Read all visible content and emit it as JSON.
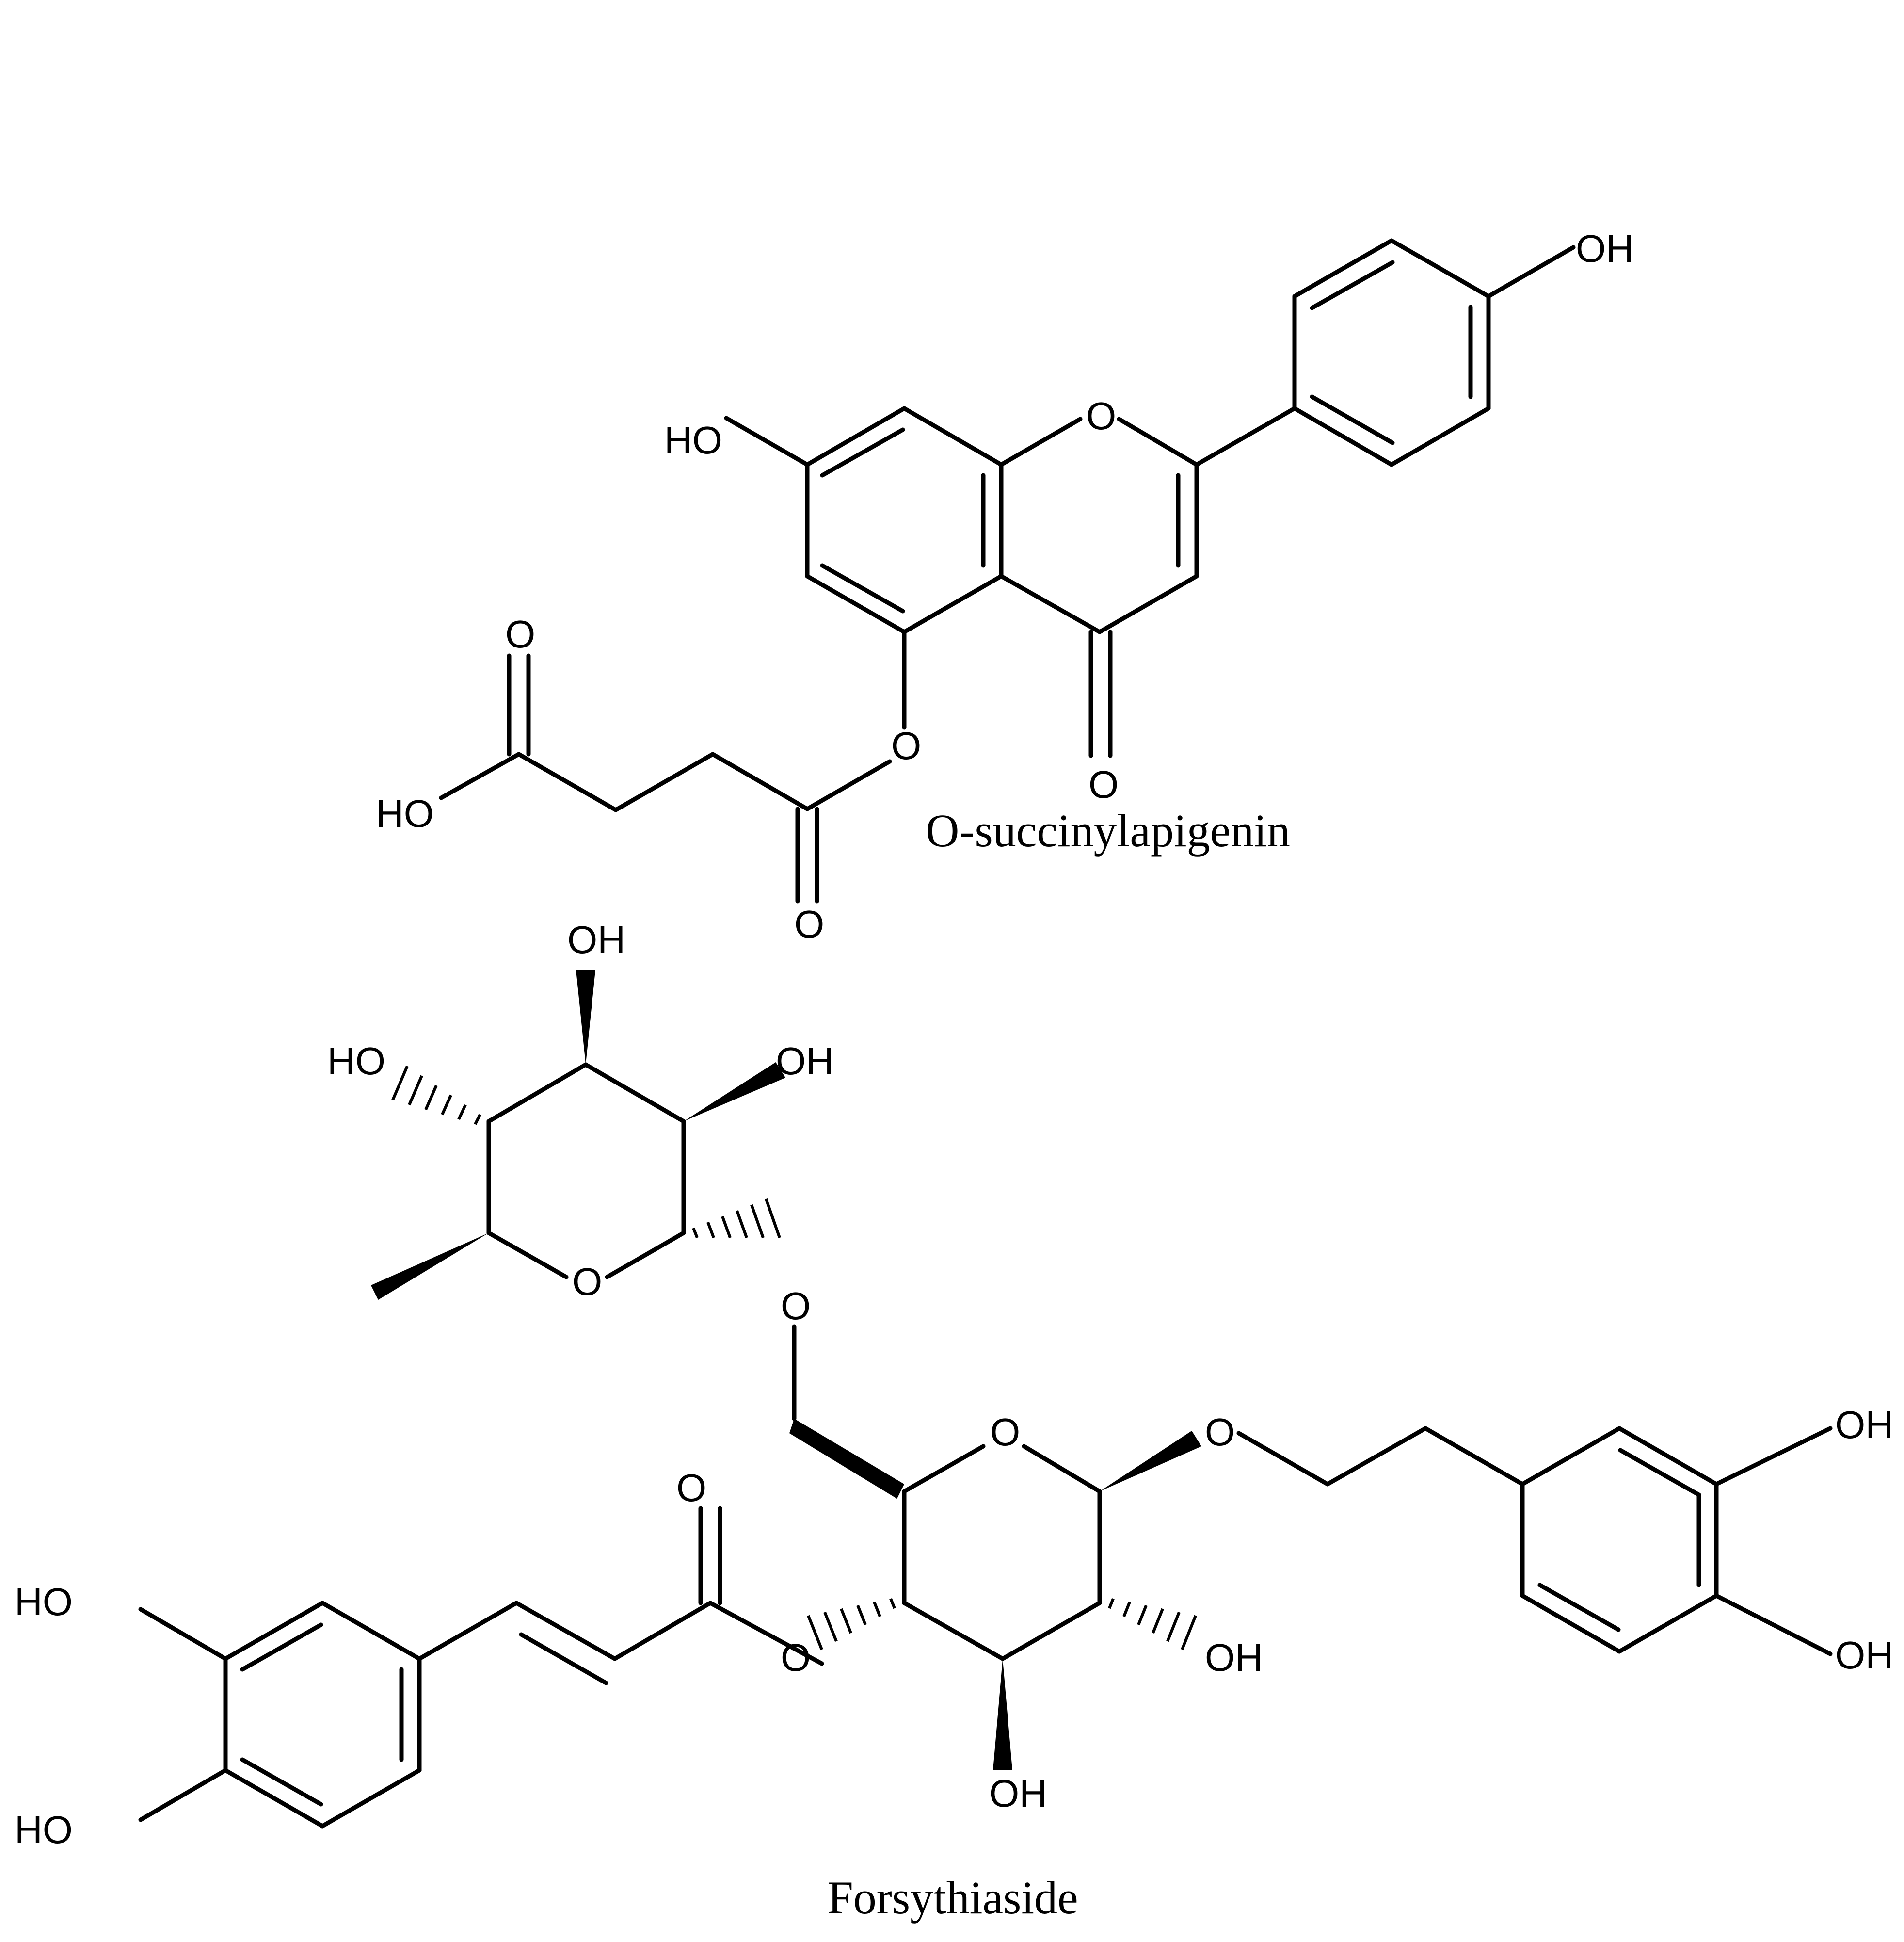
{
  "molecules": [
    {
      "name": "O-succinylapigenin",
      "atom_labels": {
        "oh_b_ring": "OH",
        "oh_7": "HO",
        "o_ring": "O",
        "o_keto": "O",
        "o_ester": "O",
        "o_ester_carbonyl": "O",
        "o_acid_carbonyl": "O",
        "oh_acid": "HO"
      }
    },
    {
      "name": "Forsythiaside",
      "atom_labels": {
        "oh_rha_top": "OH",
        "ho_rha_left": "HO",
        "oh_rha_right": "OH",
        "o_rha_ring": "O",
        "o_glycosidic": "O",
        "o_glc_ring": "O",
        "o_aglycone": "O",
        "oh_catechol_right_1": "OH",
        "oh_catechol_right_2": "OH",
        "o_caffeoyl_carbonyl": "O",
        "ho_caffeoyl_1": "HO",
        "ho_caffeoyl_2": "HO",
        "o_caffeoyl_ester": "O",
        "oh_glc_2": "OH",
        "oh_glc_3": "OH"
      }
    }
  ]
}
